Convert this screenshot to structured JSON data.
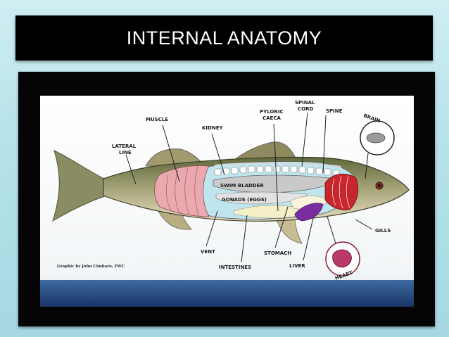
{
  "title": "INTERNAL ANATOMY",
  "labels": {
    "muscle": "MUSCLE",
    "kidney": "KIDNEY",
    "pyloric_caeca": [
      "PYLORIC",
      "CAECA"
    ],
    "spinal_cord": [
      "SPINAL",
      "CORD"
    ],
    "spine": "SPINE",
    "brain": "BRAIN",
    "lateral_line": [
      "LATERAL",
      "LINE"
    ],
    "swim_bladder": "SWIM BLADDER",
    "gonads": "GONADS (EGGS)",
    "gills": "GILLS",
    "vent": "VENT",
    "intestines": "INTESTINES",
    "stomach": "STOMACH",
    "liver": "LIVER",
    "heart": "HEART"
  },
  "credit": "Graphic by John Cimbaro, FWC",
  "colors": {
    "title_bg": "#000000",
    "muscle": "#e9a9ae",
    "body_cavity": "#bfe6ee",
    "swim_bladder": "#c9c9c9",
    "gills": "#c8262c",
    "liver": "#7a2ca0",
    "heart": "#b8396a",
    "stomach": "#f4efc6"
  }
}
